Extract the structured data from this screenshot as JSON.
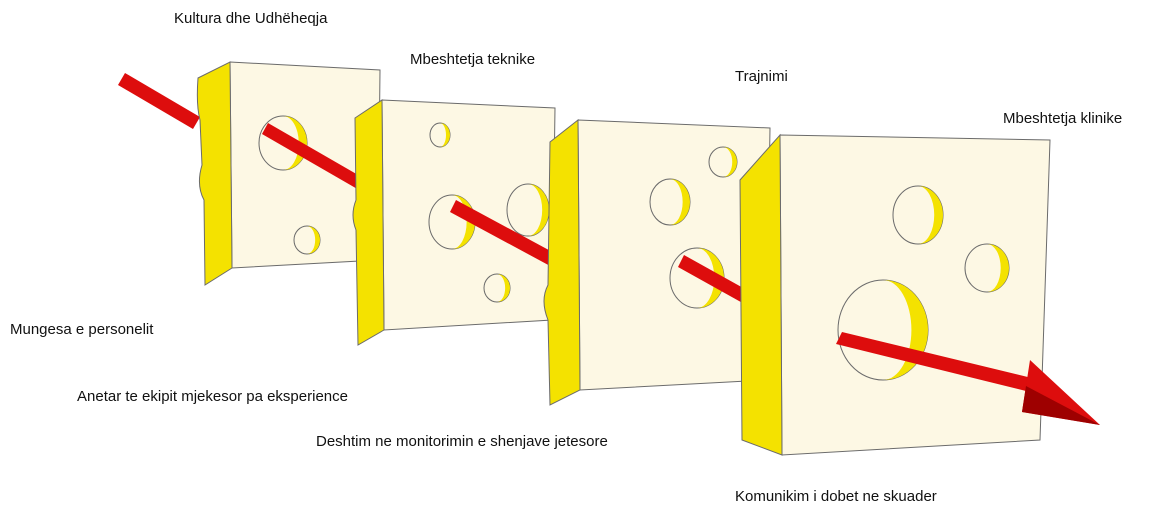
{
  "labels": {
    "layer_1": "Kultura dhe Udhëheqja",
    "layer_2": "Mbeshtetja teknike",
    "layer_3": "Trajnimi",
    "layer_4": "Mbeshtetja klinike",
    "failure_1": "Mungesa e personelit",
    "failure_2": "Anetar te ekipit mjekesor pa eksperience",
    "failure_3": "Deshtim ne monitorimin e shenjave jetesore",
    "failure_4": "Komunikim i dobet ne skuader"
  },
  "colors": {
    "cheese_face": "#fdf8e4",
    "cheese_side": "#f4e200",
    "hole_inner": "#f4e200",
    "outline": "#6b6b6b",
    "arrow": "#dd0d0d",
    "arrow_dark": "#9e0000",
    "text": "#111111"
  }
}
